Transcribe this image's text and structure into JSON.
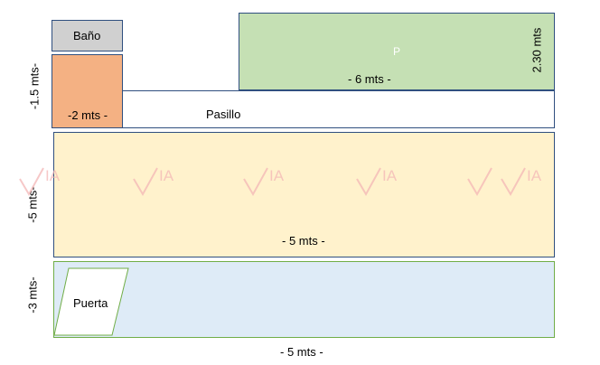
{
  "rooms": {
    "bano": {
      "label": "Baño",
      "fill": "#d0d0d0",
      "border": "#2f4f7f"
    },
    "orange_room": {
      "label": "-2 mts  -",
      "fill": "#f4b183",
      "border": "#2f4f7f"
    },
    "p_room": {
      "label": "P",
      "width_label": "- 6 mts  -",
      "height_label": "2.30 mts",
      "fill": "#c5e0b4",
      "border": "#2f4f7f"
    },
    "pasillo": {
      "label": "Pasillo",
      "fill": "#ffffff",
      "border": "#2f4f7f"
    },
    "yellow_room": {
      "label": "- 5 mts  -",
      "fill": "#fff2cc",
      "border": "#2f4f7f"
    },
    "blue_room": {
      "fill": "#deebf7",
      "border": "#70ad47"
    },
    "puerta": {
      "label": "Puerta",
      "fill": "#ffffff",
      "border": "#70ad47"
    }
  },
  "dimensions": {
    "left_top": "-1.5 mts-",
    "left_middle": "-5 mts-",
    "left_bottom": "-3 mts-",
    "bottom": "- 5 mts  -"
  },
  "watermark": {
    "mark": "IA",
    "color": "#f4b6b6"
  }
}
